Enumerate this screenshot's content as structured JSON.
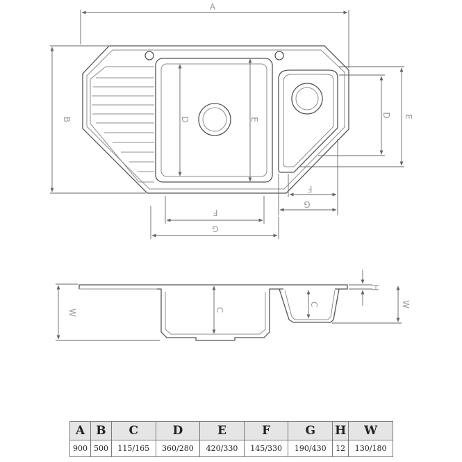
{
  "drawing_labels": {
    "top_view": {
      "A": "A",
      "B": "B",
      "D_main": "D",
      "E_main": "E",
      "D_small": "D",
      "E_small": "E",
      "F_small": "F",
      "G_small": "G",
      "F_main": "F",
      "G_main": "G"
    },
    "side_view": {
      "W_left": "W",
      "C_main": "C",
      "C_small": "C",
      "H": "H",
      "W_right": "W"
    }
  },
  "dimension_table": {
    "headers": [
      "A",
      "B",
      "C",
      "D",
      "E",
      "F",
      "G",
      "H",
      "W"
    ],
    "values": [
      "900",
      "500",
      "115/165",
      "360/280",
      "420/330",
      "145/330",
      "190/430",
      "12",
      "130/180"
    ]
  }
}
